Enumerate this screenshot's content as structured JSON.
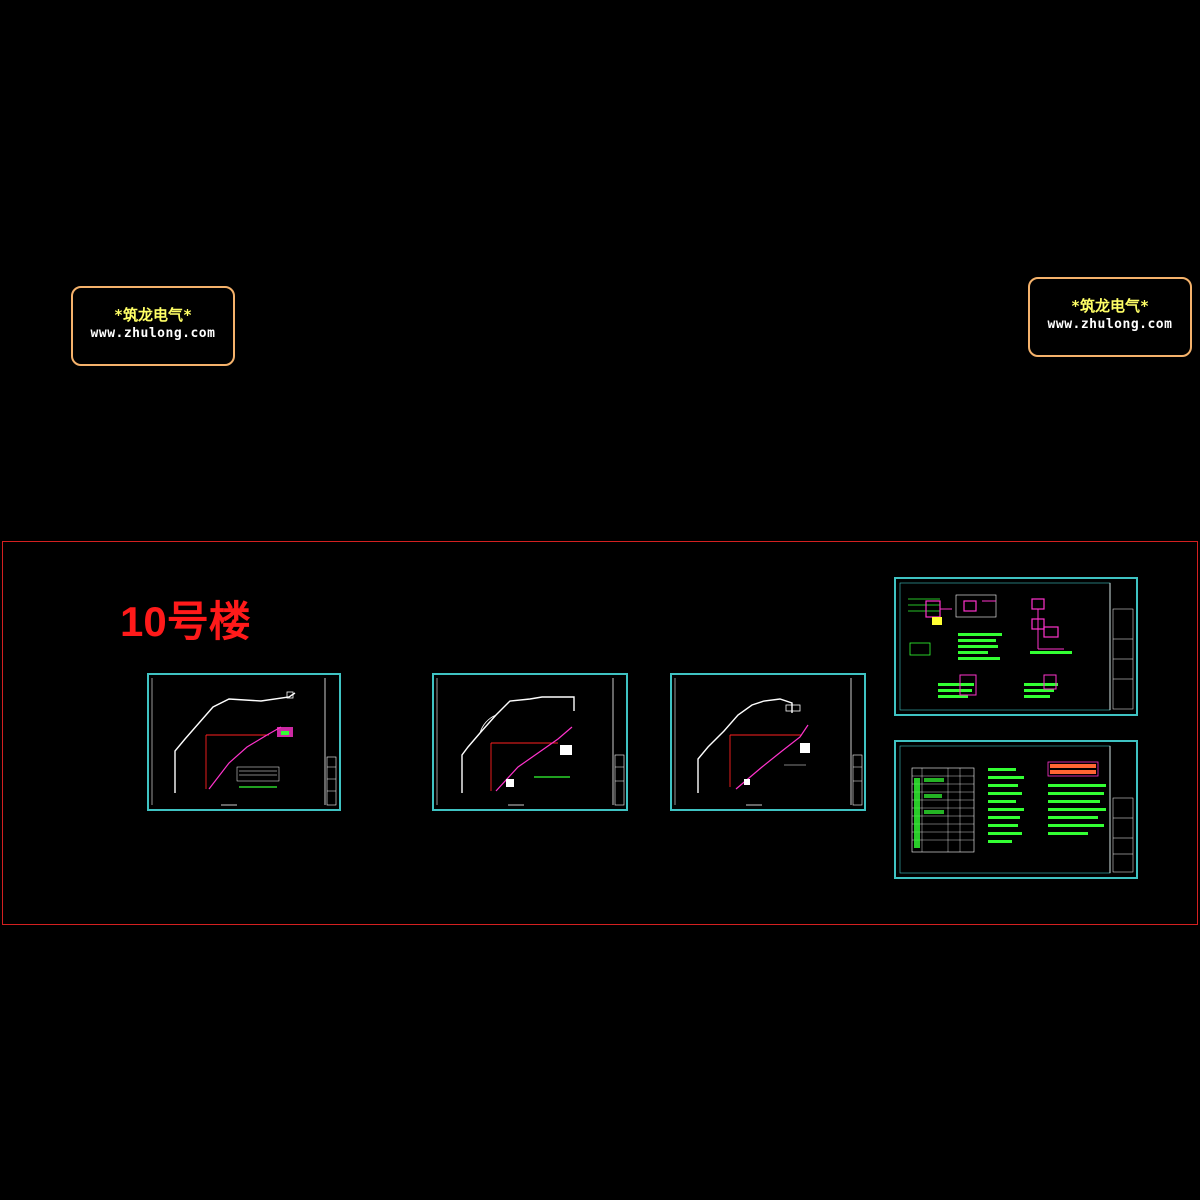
{
  "watermarks": [
    {
      "title": "*筑龙电气*",
      "url": "www.zhulong.com"
    },
    {
      "title": "*筑龙电气*",
      "url": "www.zhulong.com"
    }
  ],
  "building_label": "10号楼",
  "colors": {
    "background": "#000000",
    "frame": "#d42020",
    "sheet_border": "#3fc3c3",
    "route": "#ff33cc",
    "annotation": "#33ff33",
    "stamp_border": "#f5b26b",
    "stamp_text": "#ffff66"
  },
  "sheets": [
    {
      "type": "floor-plan"
    },
    {
      "type": "floor-plan"
    },
    {
      "type": "floor-plan"
    },
    {
      "type": "system-diagram"
    },
    {
      "type": "notes-table"
    }
  ]
}
